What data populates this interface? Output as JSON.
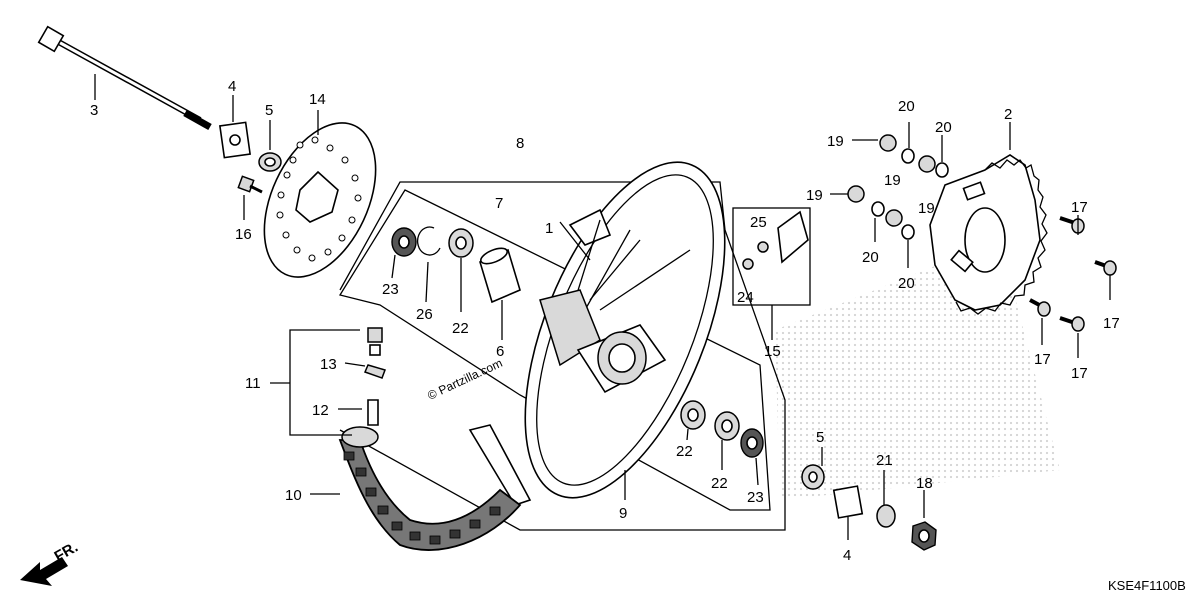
{
  "diagram": {
    "code": "KSE4F1100B",
    "front_marker": "FR.",
    "watermark": "© Partzilla.com",
    "labels": {
      "l1": "1",
      "l2": "2",
      "l3": "3",
      "l4a": "4",
      "l4b": "4",
      "l5a": "5",
      "l5b": "5",
      "l6": "6",
      "l7": "7",
      "l8": "8",
      "l9": "9",
      "l10": "10",
      "l11": "11",
      "l12": "12",
      "l13": "13",
      "l14": "14",
      "l15": "15",
      "l16": "16",
      "l17a": "17",
      "l17b": "17",
      "l17c": "17",
      "l17d": "17",
      "l18": "18",
      "l19a": "19",
      "l19b": "19",
      "l19c": "19",
      "l19d": "19",
      "l20a": "20",
      "l20b": "20",
      "l20c": "20",
      "l20d": "20",
      "l21": "21",
      "l22a": "22",
      "l22b": "22",
      "l22c": "22",
      "l23a": "23",
      "l23b": "23",
      "l24": "24",
      "l25": "25",
      "l26": "26"
    }
  }
}
